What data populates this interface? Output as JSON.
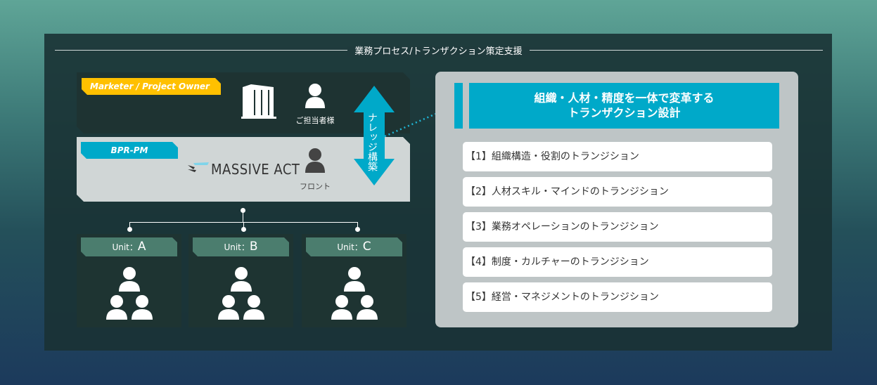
{
  "title": "業務プロセス/トランザクション策定支援",
  "client": {
    "tag": "Marketer / Project Owner",
    "person_label": "ご担当者様"
  },
  "bpr": {
    "tag": "BPR-PM",
    "logo_text": "MASSIVE ACT",
    "person_label": "フロント"
  },
  "arrow_label": "ナレッジ構築",
  "units": [
    {
      "prefix": "Unit：",
      "letter": "A"
    },
    {
      "prefix": "Unit：",
      "letter": "B"
    },
    {
      "prefix": "Unit：",
      "letter": "C"
    }
  ],
  "right": {
    "heading_line1": "組織・人材・精度を一体で変革する",
    "heading_line2": "トランザクション設計",
    "items": [
      "【1】組織構造・役割のトランジション",
      "【2】人材スキル・マインドのトランジション",
      "【3】業務オペレーションのトランジション",
      "【4】制度・カルチャーのトランジション",
      "【5】経営・マネジメントのトランジション"
    ]
  },
  "colors": {
    "accent": "#00a9c9",
    "yellow": "#ffc000",
    "unit": "#4b7d6e"
  }
}
